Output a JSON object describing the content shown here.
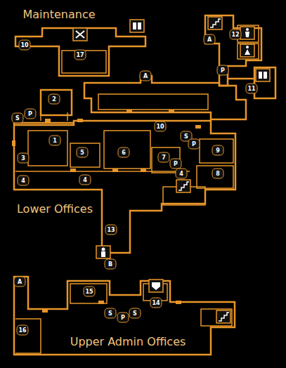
{
  "diagram": {
    "labels": [
      "Maintenance",
      "Lower Offices",
      "Upper Admin Offices",
      "10",
      "17",
      "A",
      "A",
      "12",
      "P",
      "11",
      "2",
      "S",
      "P",
      "10",
      "S",
      "P",
      "9",
      "1",
      "5",
      "6",
      "7",
      "P",
      "8",
      "3",
      "4",
      "4",
      "4",
      "13",
      "B",
      "A",
      "15",
      "14",
      "S",
      "P",
      "S",
      "16"
    ]
  }
}
